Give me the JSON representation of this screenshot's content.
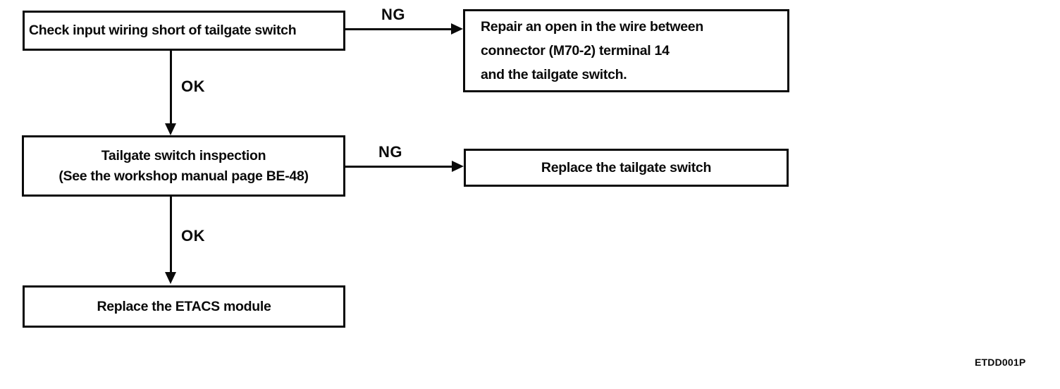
{
  "figure_code": "ETDD001P",
  "colors": {
    "line": "#0a0a0a",
    "text": "#0a0a0a",
    "background": "#ffffff"
  },
  "flowchart": {
    "type": "troubleshooting-flowchart",
    "nodes": [
      {
        "id": "check-input-wiring",
        "lines": [
          "Check input wiring short of tailgate switch"
        ]
      },
      {
        "id": "repair-open-wire",
        "lines": [
          "Repair an open in the wire between",
          "connector (M70-2) terminal 14",
          "and the tailgate switch."
        ]
      },
      {
        "id": "tailgate-switch-inspection",
        "lines": [
          "Tailgate switch inspection",
          "(See the workshop manual page BE-48)"
        ]
      },
      {
        "id": "replace-tailgate-switch",
        "lines": [
          "Replace the tailgate switch"
        ]
      },
      {
        "id": "replace-etacs-module",
        "lines": [
          "Replace the ETACS module"
        ]
      }
    ],
    "edges": [
      {
        "from": "check-input-wiring",
        "to": "repair-open-wire",
        "label": "NG",
        "direction": "right"
      },
      {
        "from": "check-input-wiring",
        "to": "tailgate-switch-inspection",
        "label": "OK",
        "direction": "down"
      },
      {
        "from": "tailgate-switch-inspection",
        "to": "replace-tailgate-switch",
        "label": "NG",
        "direction": "right"
      },
      {
        "from": "tailgate-switch-inspection",
        "to": "replace-etacs-module",
        "label": "OK",
        "direction": "down"
      }
    ]
  }
}
